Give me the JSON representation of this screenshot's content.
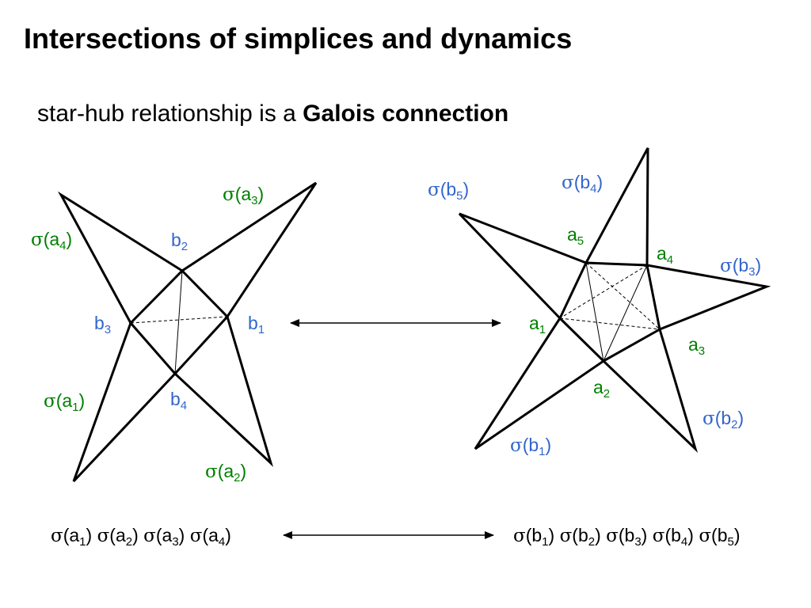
{
  "title": "Intersections of simplices and dynamics",
  "subtitle": {
    "plain": "star-hub relationship is a ",
    "bold": "Galois connection"
  },
  "colors": {
    "star_label": "#008000",
    "vertex_label": "#3366cc",
    "line": "#000000"
  },
  "sigma_symbol": "σ",
  "left_figure": {
    "vertex_labels": [
      {
        "base": "b",
        "sub": "2"
      },
      {
        "base": "b",
        "sub": "1"
      },
      {
        "base": "b",
        "sub": "3"
      },
      {
        "base": "b",
        "sub": "4"
      }
    ],
    "star_labels": [
      {
        "base": "a",
        "sub": "3"
      },
      {
        "base": "a",
        "sub": "4"
      },
      {
        "base": "a",
        "sub": "1"
      },
      {
        "base": "a",
        "sub": "2"
      }
    ]
  },
  "right_figure": {
    "vertex_labels": [
      {
        "base": "a",
        "sub": "5"
      },
      {
        "base": "a",
        "sub": "4"
      },
      {
        "base": "a",
        "sub": "1"
      },
      {
        "base": "a",
        "sub": "3"
      },
      {
        "base": "a",
        "sub": "2"
      }
    ],
    "star_labels": [
      {
        "base": "b",
        "sub": "5"
      },
      {
        "base": "b",
        "sub": "4"
      },
      {
        "base": "b",
        "sub": "3"
      },
      {
        "base": "b",
        "sub": "2"
      },
      {
        "base": "b",
        "sub": "1"
      }
    ]
  },
  "bottom_left_list": [
    {
      "base": "a",
      "sub": "1"
    },
    {
      "base": "a",
      "sub": "2"
    },
    {
      "base": "a",
      "sub": "3"
    },
    {
      "base": "a",
      "sub": "4"
    }
  ],
  "bottom_right_list": [
    {
      "base": "b",
      "sub": "1"
    },
    {
      "base": "b",
      "sub": "2"
    },
    {
      "base": "b",
      "sub": "3"
    },
    {
      "base": "b",
      "sub": "4"
    },
    {
      "base": "b",
      "sub": "5"
    }
  ]
}
